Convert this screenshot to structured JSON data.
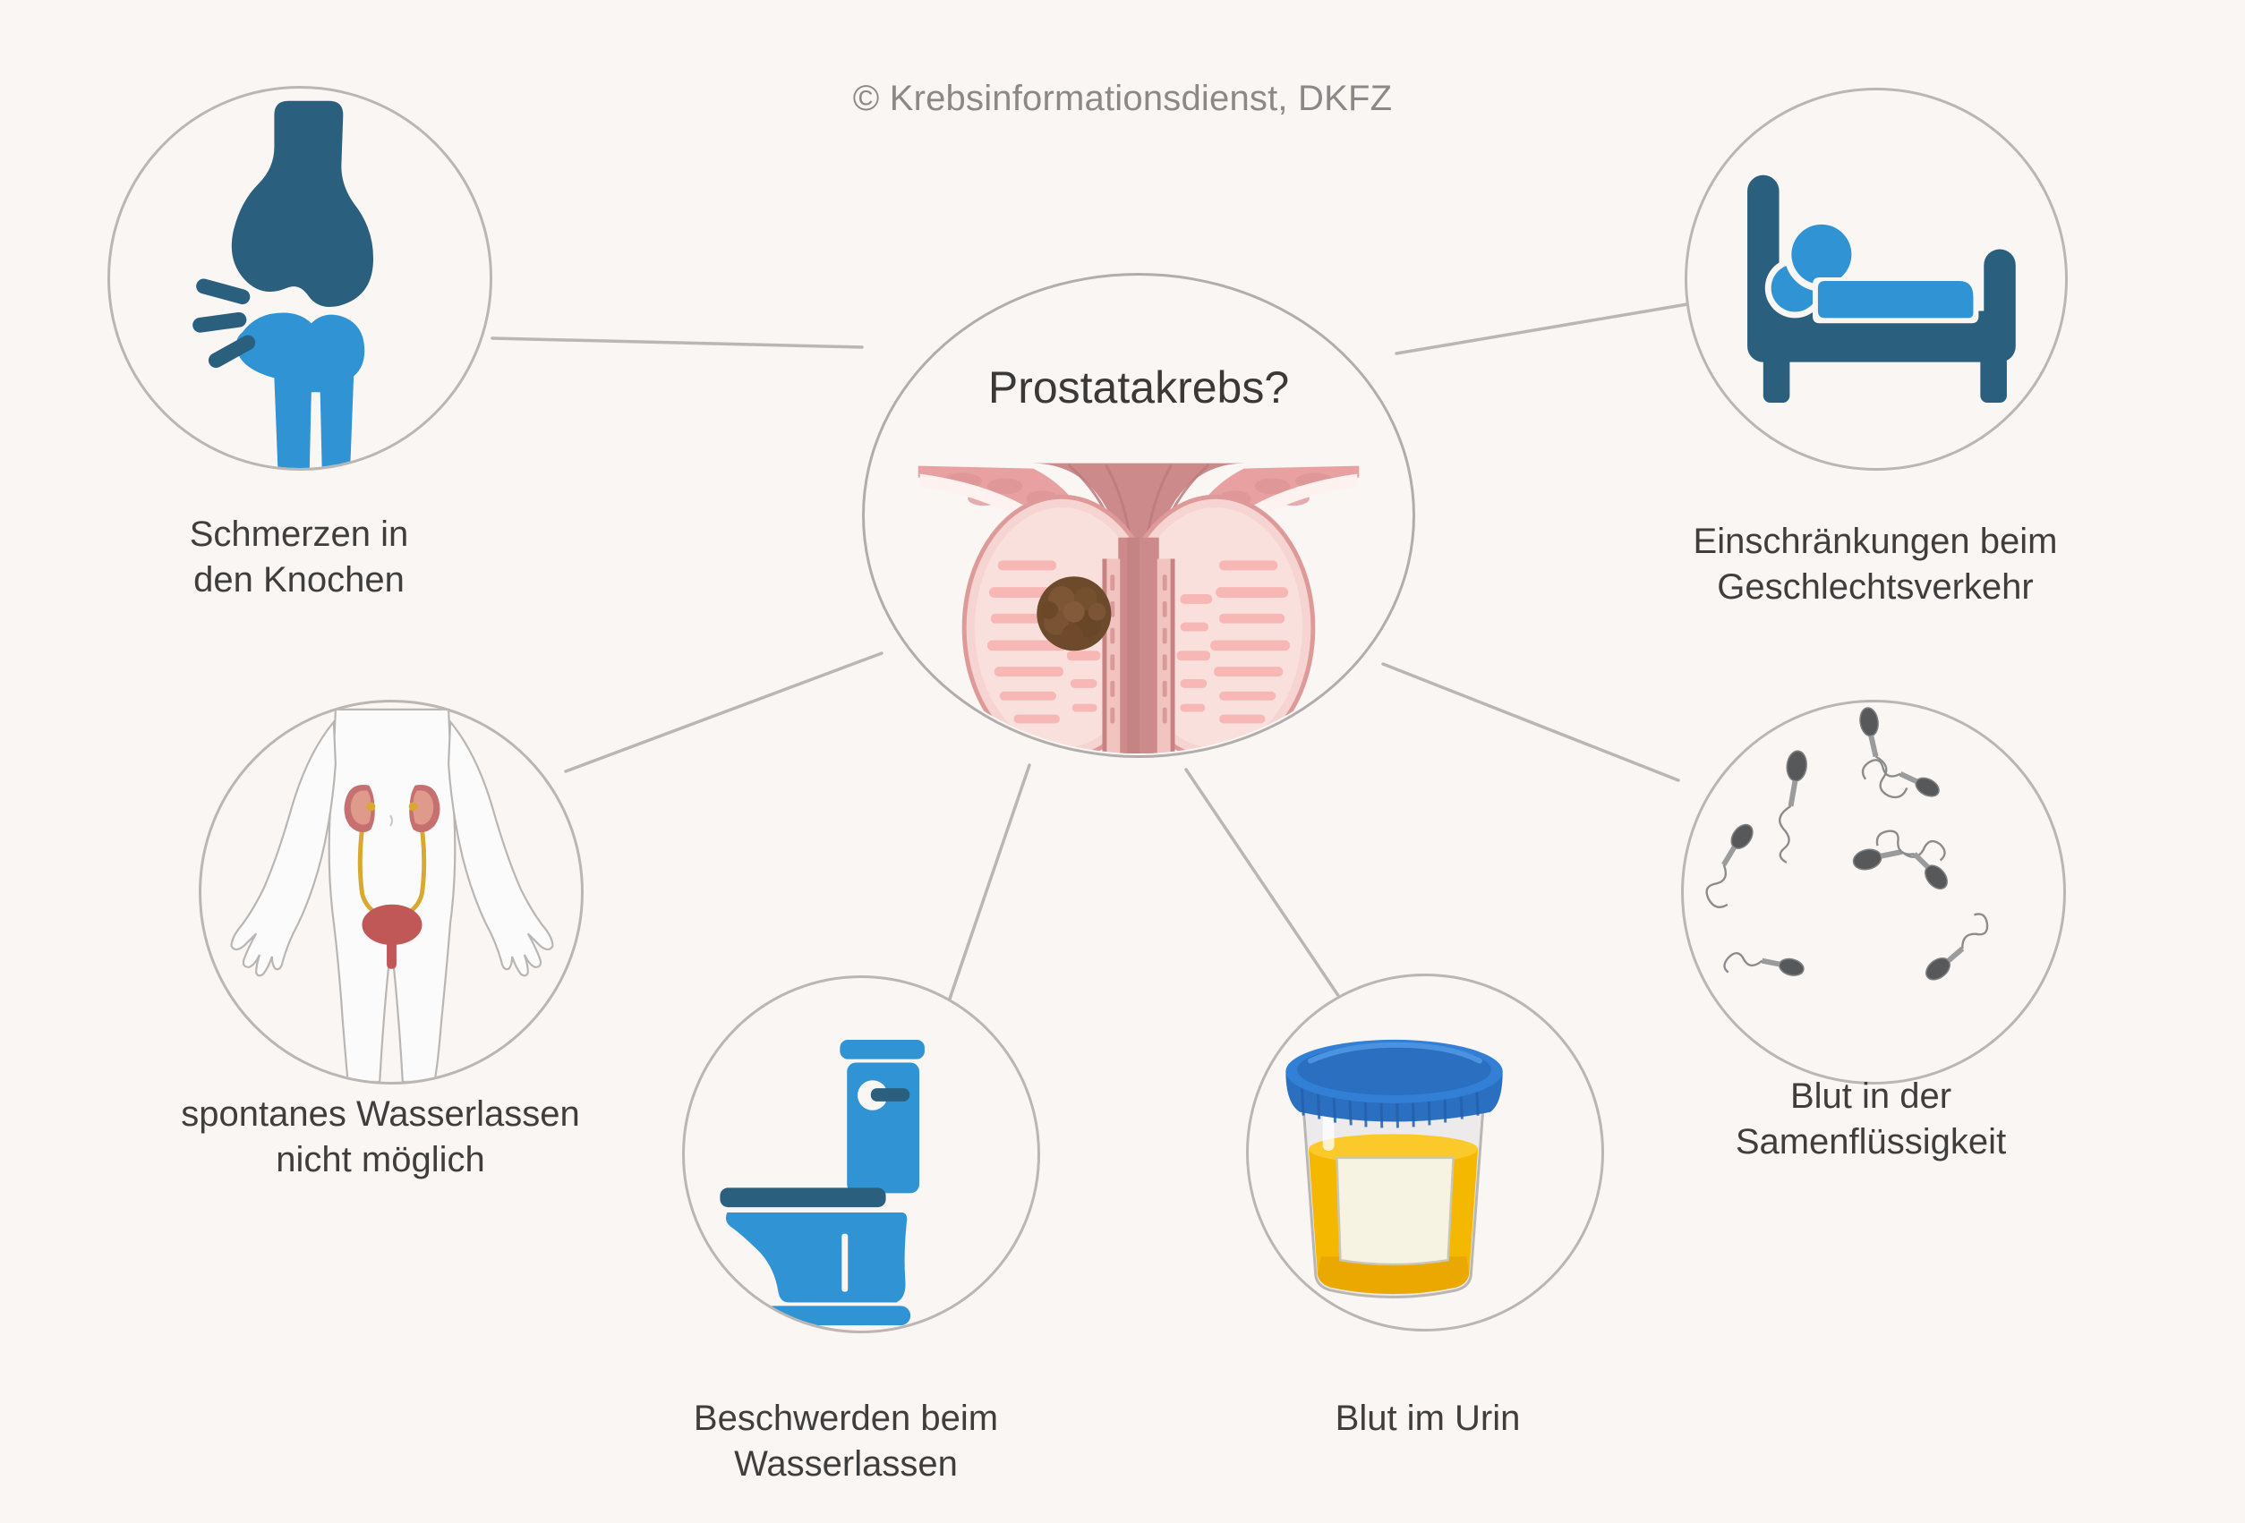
{
  "credit": "© Krebsinformationsdienst, DKFZ",
  "center": {
    "title": "Prostatakrebs?",
    "icon": "prostate-cross-section-with-tumor-icon"
  },
  "colors": {
    "background": "#f9f6f4",
    "circle_stroke": "#b9b6b4",
    "connector_line": "#b9b6b4",
    "text": "#403e3d",
    "credit_text": "#8d8888",
    "icon_blue_light": "#2f93d4",
    "icon_blue_dark": "#2b5f7e",
    "urine_yellow": "#f5b800",
    "cup_lid_blue": "#2a6fc0",
    "tumor_brown": "#7a5234",
    "tissue_pink": "#f0a7a7",
    "kidney_red": "#b55555",
    "sperm_gray": "#57585a"
  },
  "nodes": [
    {
      "id": "bone-pain",
      "icon": "knee-joint-pain-icon",
      "label": "Schmerzen in\nden Knochen"
    },
    {
      "id": "sexual-restriction",
      "icon": "couple-in-bed-icon",
      "label": "Einschränkungen beim\nGeschlechtsverkehr"
    },
    {
      "id": "urinary-retention",
      "icon": "urinary-system-body-icon",
      "label": "spontanes Wasserlassen\nnicht möglich"
    },
    {
      "id": "blood-in-semen",
      "icon": "sperm-cells-icon",
      "label": "Blut in der\nSamenflüssigkeit"
    },
    {
      "id": "urination-problems",
      "icon": "toilet-icon",
      "label": "Beschwerden beim\nWasserlassen"
    },
    {
      "id": "blood-in-urine",
      "icon": "urine-sample-cup-icon",
      "label": "Blut im Urin"
    }
  ]
}
